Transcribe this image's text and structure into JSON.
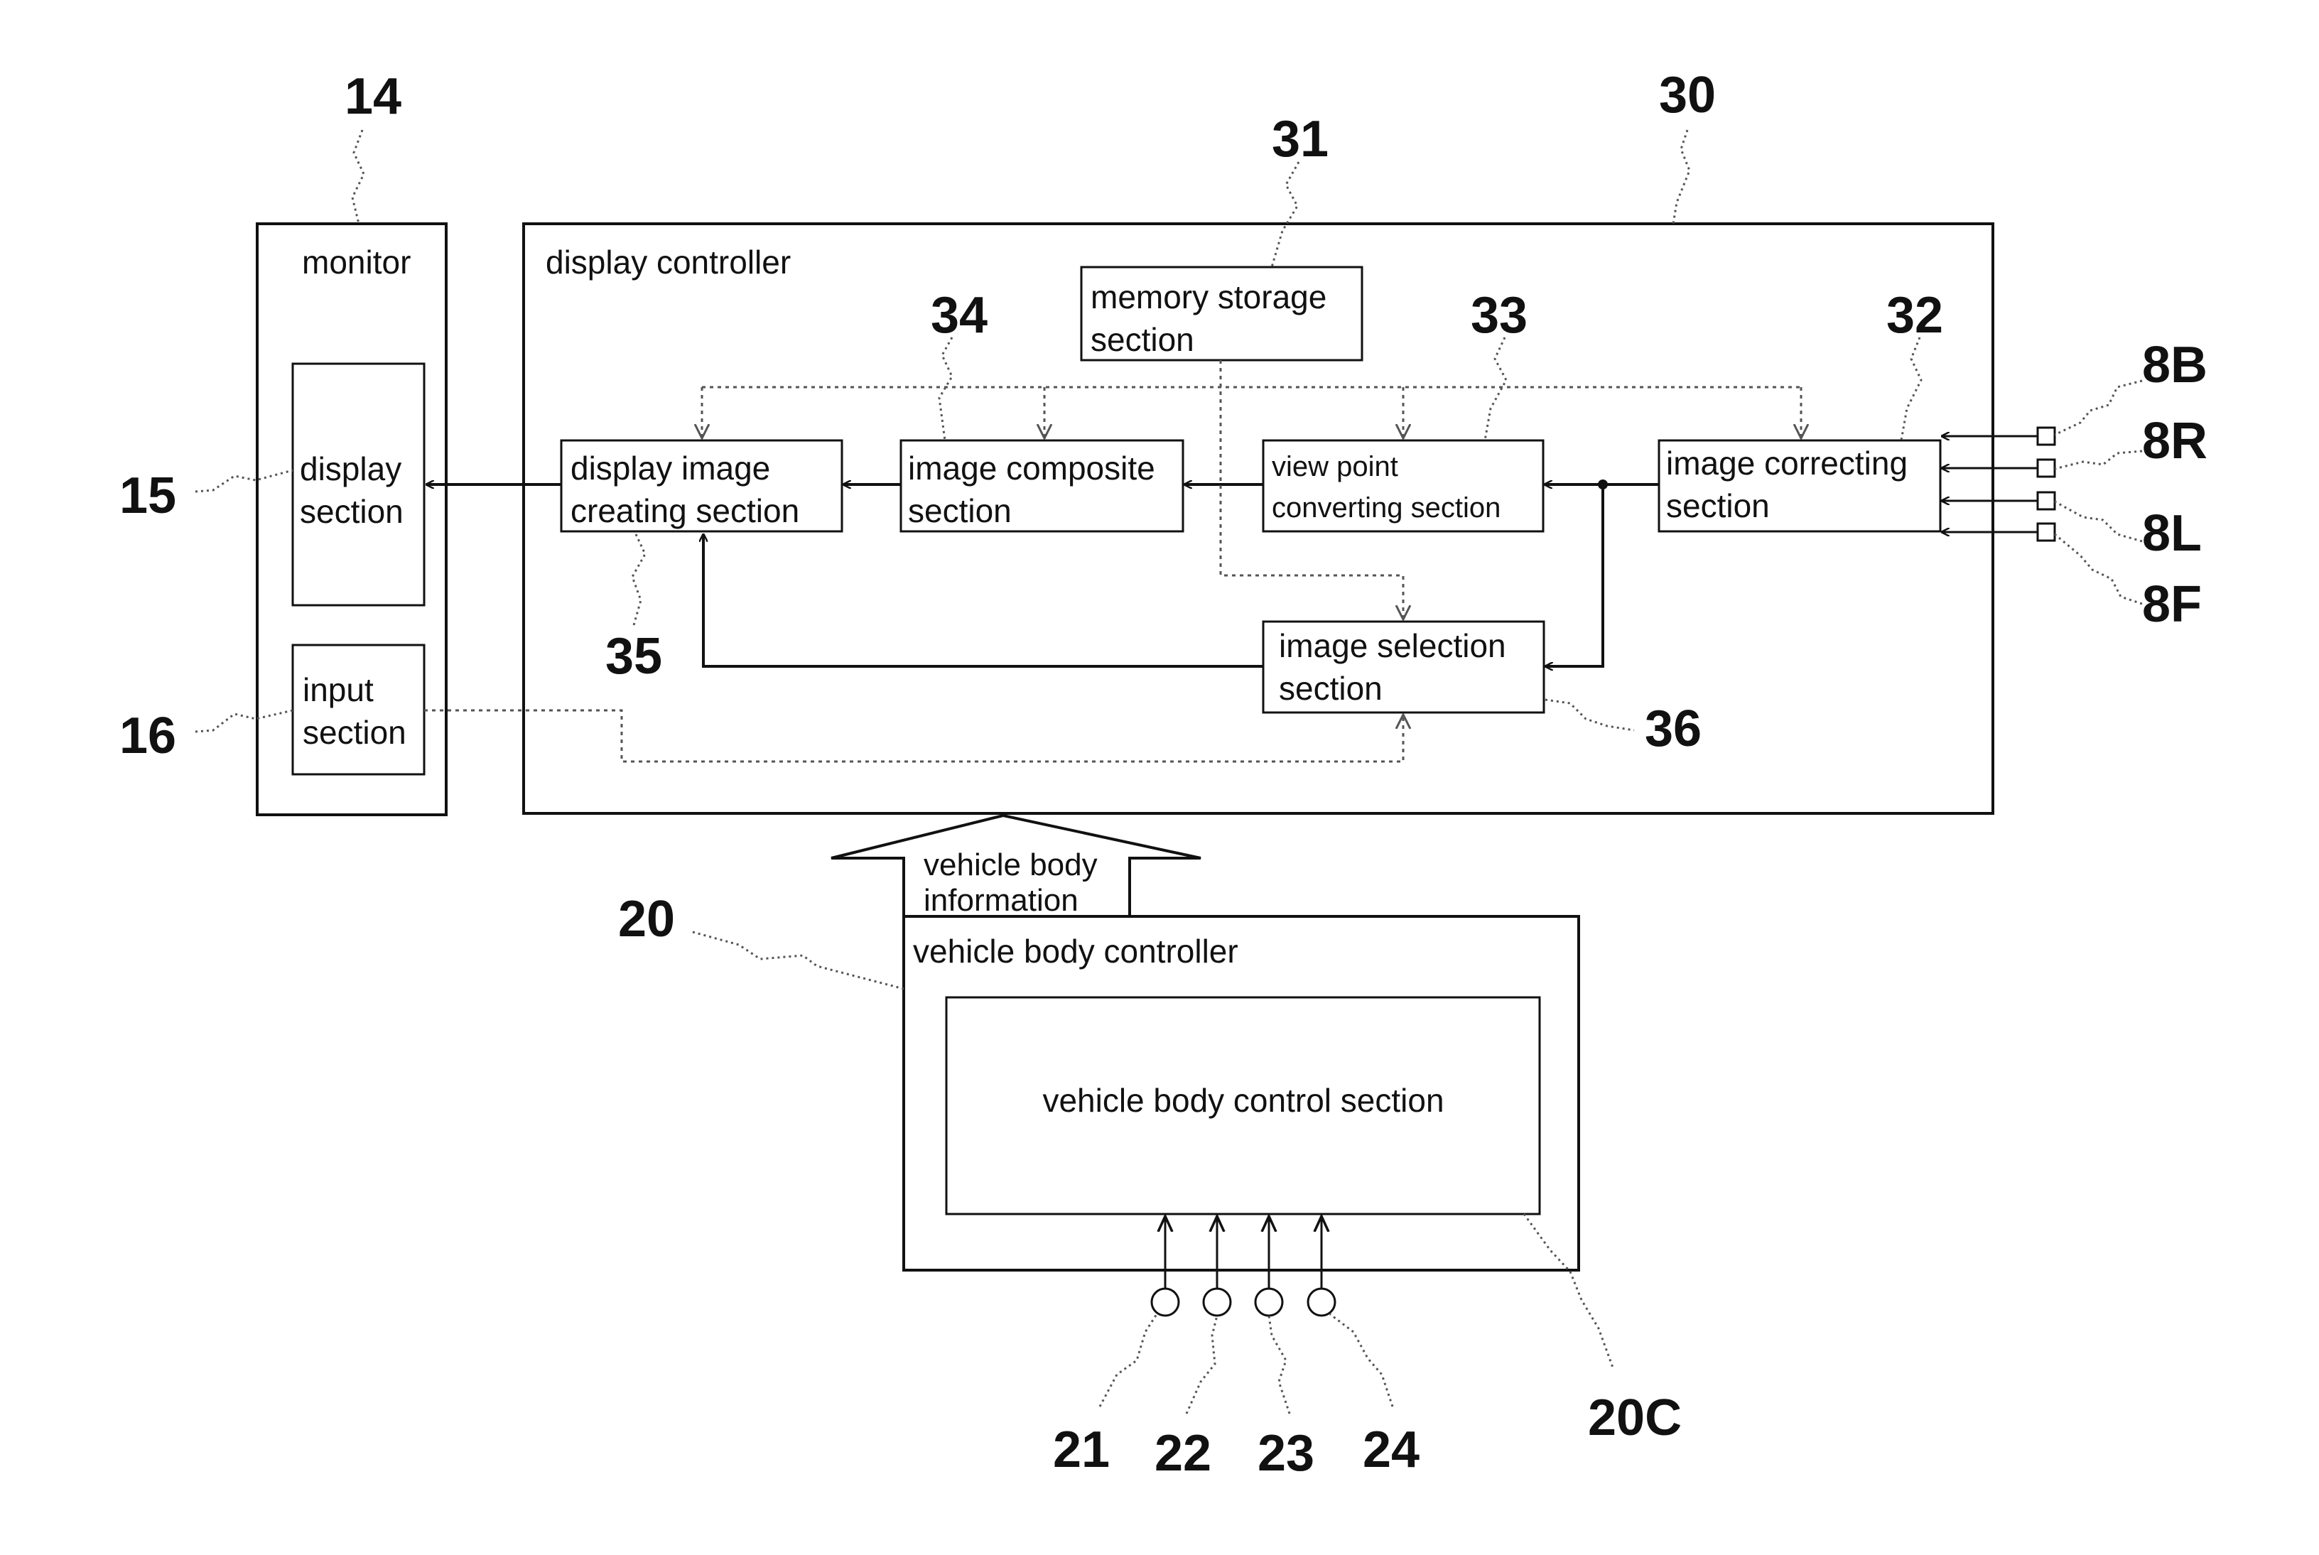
{
  "blocks": {
    "monitor": "monitor",
    "display_section": [
      "display",
      "section"
    ],
    "input_section": [
      "input",
      "section"
    ],
    "display_controller": "display controller",
    "memory_storage": [
      "memory storage",
      "section"
    ],
    "image_composite": [
      "image composite",
      "section"
    ],
    "display_image_creating": [
      "display image",
      "creating section"
    ],
    "view_point_converting": [
      "view point",
      "converting section"
    ],
    "image_correcting": [
      "image correcting",
      "section"
    ],
    "image_selection": [
      "image selection",
      "section"
    ],
    "vehicle_body_controller": "vehicle body controller",
    "vehicle_body_control_section": "vehicle body control section",
    "vehicle_body_information": [
      "vehicle body",
      "information"
    ]
  },
  "refs": {
    "monitor": "14",
    "display_section": "15",
    "input_section": "16",
    "display_controller": "30",
    "memory_storage": "31",
    "image_correcting": "32",
    "view_point_converting": "33",
    "image_composite": "34",
    "display_image_creating": "35",
    "image_selection": "36",
    "vehicle_body_controller": "20",
    "vehicle_body_control_section": "20C",
    "cam_back": "8B",
    "cam_right": "8R",
    "cam_left": "8L",
    "cam_front": "8F",
    "sensors": [
      "21",
      "22",
      "23",
      "24"
    ]
  }
}
